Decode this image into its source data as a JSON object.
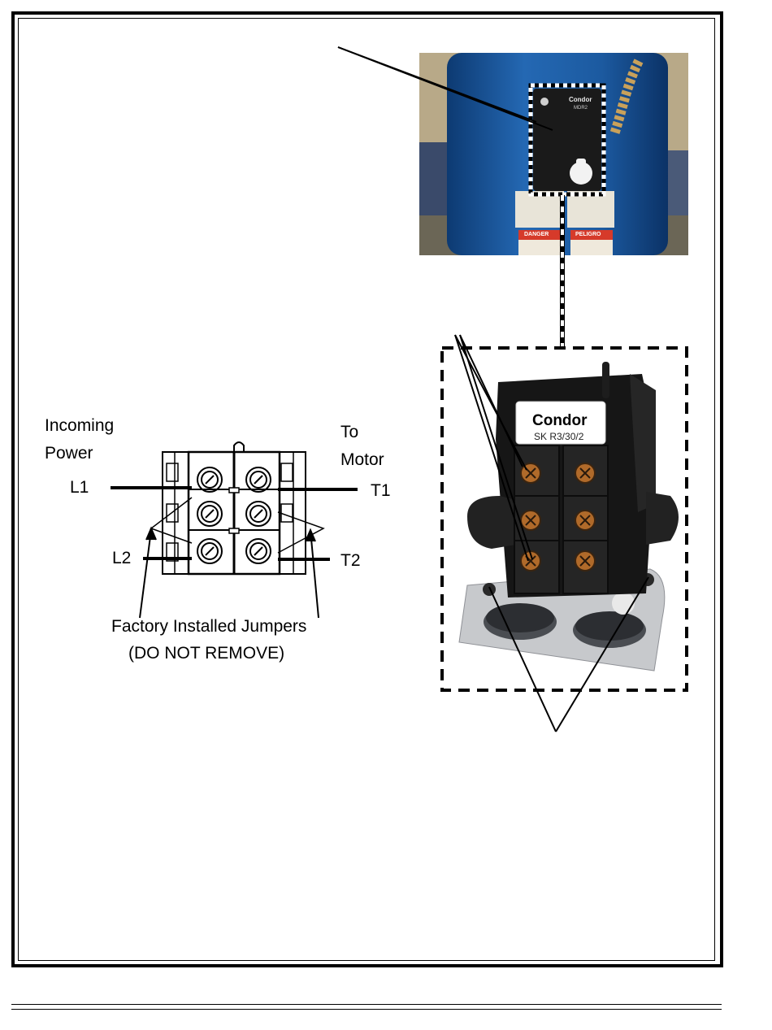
{
  "diagram": {
    "incoming": [
      "Incoming",
      "Power"
    ],
    "to_motor": [
      "To",
      "Motor"
    ],
    "terminals": {
      "l1": "L1",
      "l2": "L2",
      "t1": "T1",
      "t2": "T2"
    },
    "jumpers_caption": [
      "Factory Installed Jumpers",
      "(DO NOT REMOVE)"
    ]
  },
  "photo_top": {
    "brand": "Condor",
    "model": "MDR2",
    "label_danger": "DANGER",
    "label_peligro": "PELIGRO"
  },
  "photo_bottom": {
    "brand": "Condor",
    "model": "SK R3/30/2"
  },
  "colors": {
    "compressor_blue": "#1f5fa8",
    "ink": "#000000",
    "housing": "#1a1a1a",
    "terminal_brass": "#b06a2a"
  }
}
